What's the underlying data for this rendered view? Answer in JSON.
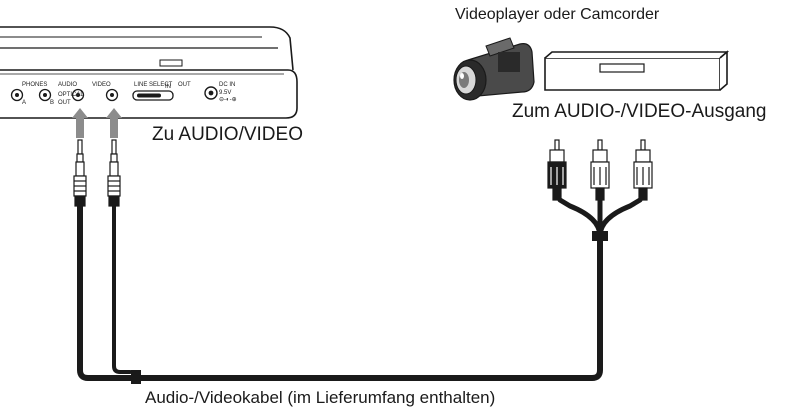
{
  "labels": {
    "source_device": "Videoplayer oder Camcorder",
    "output_jack": "Zum AUDIO-/VIDEO-Ausgang",
    "input_jack": "Zu AUDIO/VIDEO",
    "cable": "Audio-/Videokabel (im Lieferumfang enthalten)"
  },
  "panel": {
    "phones": "PHONES",
    "phones_a": "A",
    "phones_b": "B",
    "audio": "AUDIO",
    "optical": "OPTICAL",
    "out": "OUT",
    "video": "VIDEO",
    "line_select": "LINE SELECT",
    "line_in": "IN",
    "line_out": "OUT",
    "dc_in": "DC IN",
    "voltage": "9.5V"
  },
  "colors": {
    "line": "#1a1a1a",
    "arrow": "#8c8c8c",
    "cable": "#1a1a1a"
  }
}
